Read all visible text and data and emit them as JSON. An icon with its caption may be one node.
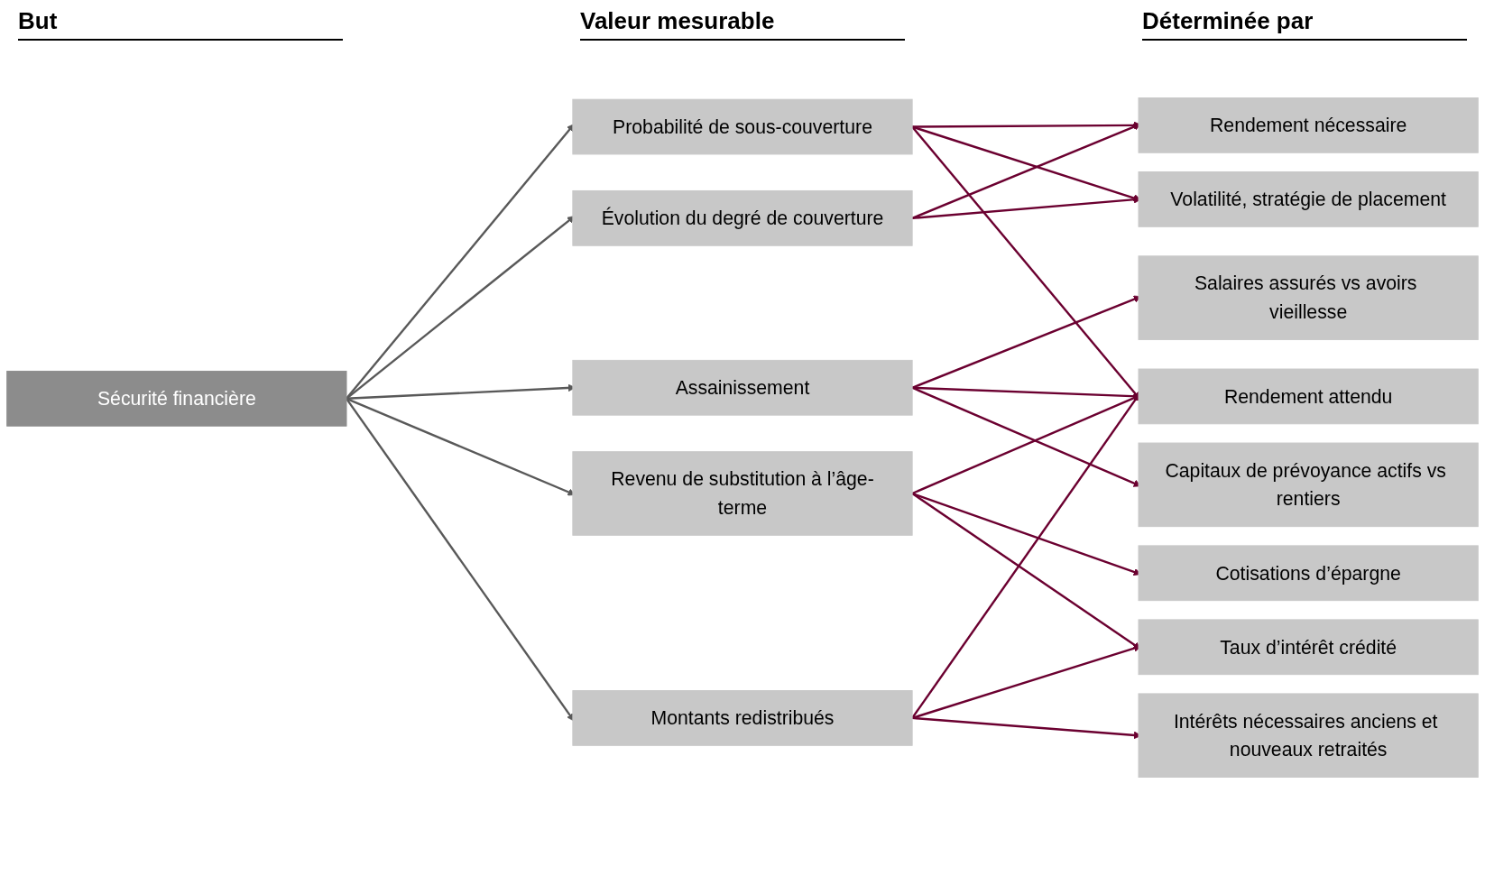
{
  "diagram": {
    "nodes": [
      {
        "text": [
          "Sécurité financière"
        ]
      },
      {
        "text": [
          "Probabilité de sous-couverture"
        ]
      },
      {
        "text": [
          "Évolution du degré de couverture"
        ]
      },
      {
        "text": [
          "Assainissement"
        ]
      },
      {
        "text": [
          "Revenu de substitution à l’âge-terme"
        ]
      },
      {
        "text": [
          "Montants redistribués"
        ]
      },
      {
        "text": [
          "Rendement nécessaire"
        ]
      },
      {
        "text": [
          "Rendement attendu"
        ]
      },
      {
        "text": [
          "Volatilité, stratégie de placement"
        ]
      },
      {
        "text": [
          "Salaires assurés vs avoirs vieillesse"
        ]
      },
      {
        "text": [
          "Capitaux de prévoyance actifs vs rentiers"
        ]
      },
      {
        "text": [
          "Cotisations d’épargne"
        ]
      },
      {
        "text": [
          "Taux d’intérêt crédité"
        ]
      },
      {
        "text": [
          "Intérêts nécessaires anciens et nouveaux retraités"
        ]
      }
    ],
    "edges": [
      {
        "from": 0,
        "to": 1,
        "arrow": "to",
        "color": "#595959"
      },
      {
        "from": 0,
        "to": 2,
        "arrow": "to",
        "color": "#595959"
      },
      {
        "from": 0,
        "to": 3,
        "arrow": "to",
        "color": "#595959"
      },
      {
        "from": 0,
        "to": 4,
        "arrow": "to",
        "color": "#595959"
      },
      {
        "from": 0,
        "to": 5,
        "arrow": "to",
        "color": "#595959"
      },
      {
        "from": 1,
        "to": 6,
        "arrow": "to"
      },
      {
        "from": 1,
        "to": 7,
        "arrow": "to"
      },
      {
        "from": 1,
        "to": 8,
        "arrow": "to"
      },
      {
        "from": 2,
        "to": 6,
        "arrow": "to"
      },
      {
        "from": 2,
        "to": 8,
        "arrow": "to"
      },
      {
        "from": 3,
        "to": 7,
        "arrow": "to"
      },
      {
        "from": 3,
        "to": 9,
        "arrow": "to"
      },
      {
        "from": 3,
        "to": 10,
        "arrow": "to"
      },
      {
        "from": 4,
        "to": 7,
        "arrow": "to"
      },
      {
        "from": 4,
        "to": 11,
        "arrow": "to"
      },
      {
        "from": 4,
        "to": 12,
        "arrow": "to"
      },
      {
        "from": 5,
        "to": 7,
        "arrow": "to"
      },
      {
        "from": 5,
        "to": 12,
        "arrow": "to"
      },
      {
        "from": 5,
        "to": 13,
        "arrow": "to"
      }
    ],
    "labels": [
      "But",
      "Valeur mesurable",
      "Déterminée par"
    ]
  }
}
